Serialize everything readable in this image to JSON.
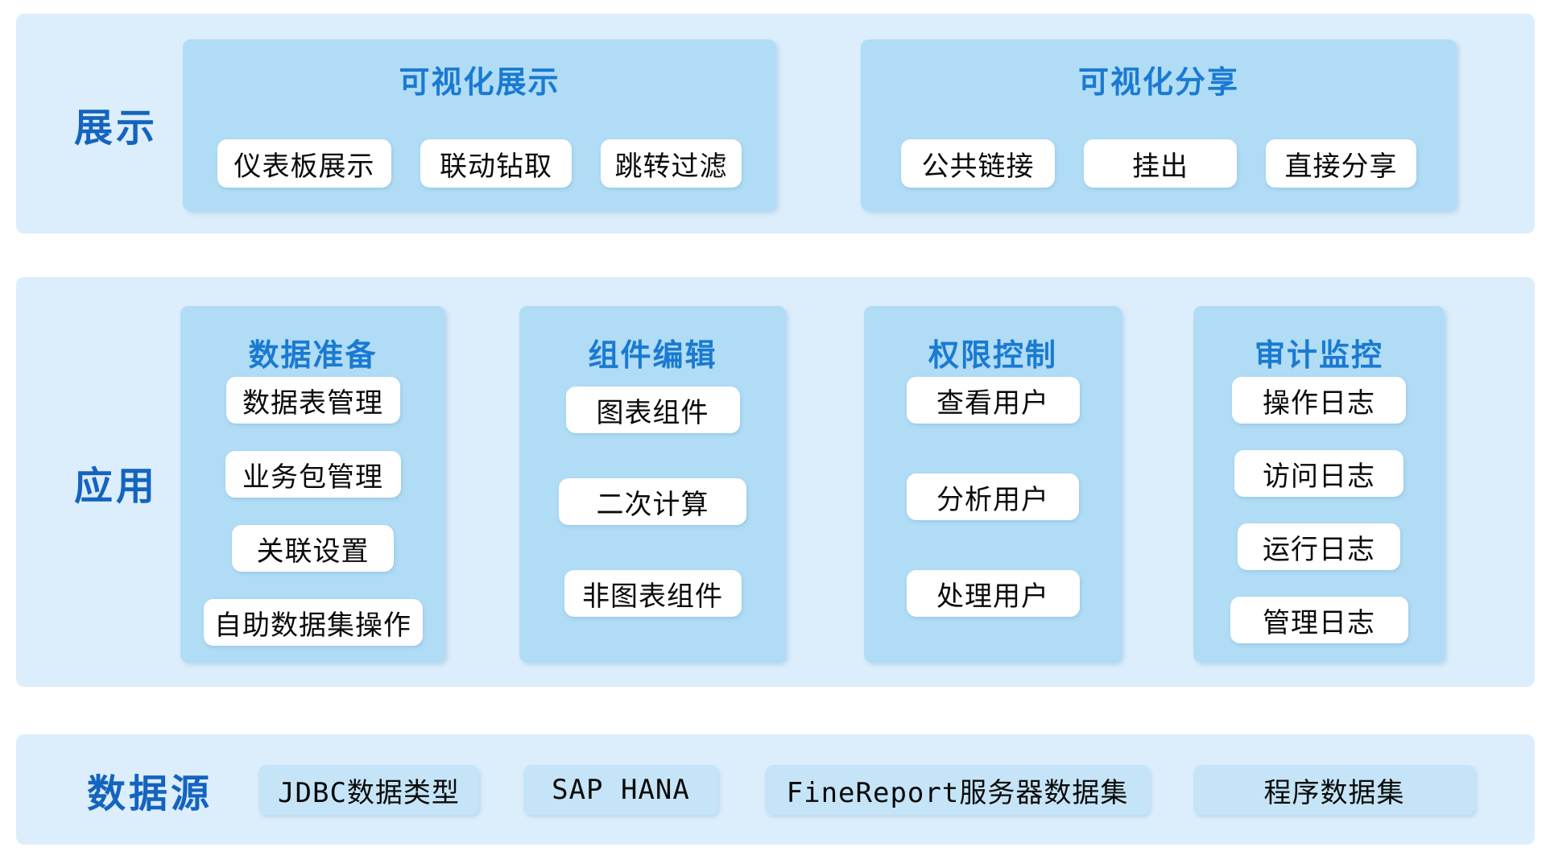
{
  "colors": {
    "page_bg": "#ffffff",
    "section_bg": "#dceefb",
    "panel_bg": "#b0dcf5",
    "tile_bg": "#c5e4f7",
    "layer_label_text": "#1464bf",
    "group_title_text": "#1a7ad2",
    "item_bg": "#ffffff",
    "item_text": "#0a0a0a"
  },
  "rows": [
    {
      "label": "展示",
      "groups": [
        {
          "title": "可视化展示",
          "items": [
            "仪表板展示",
            "联动钻取",
            "跳转过滤"
          ]
        },
        {
          "title": "可视化分享",
          "items": [
            "公共链接",
            "挂出",
            "直接分享"
          ]
        }
      ]
    },
    {
      "label": "应用",
      "groups": [
        {
          "title": "数据准备",
          "items": [
            "数据表管理",
            "业务包管理",
            "关联设置",
            "自助数据集操作"
          ]
        },
        {
          "title": "组件编辑",
          "items": [
            "图表组件",
            "二次计算",
            "非图表组件"
          ]
        },
        {
          "title": "权限控制",
          "items": [
            "查看用户",
            "分析用户",
            "处理用户"
          ]
        },
        {
          "title": "审计监控",
          "items": [
            "操作日志",
            "访问日志",
            "运行日志",
            "管理日志"
          ]
        }
      ]
    },
    {
      "label": "数据源",
      "items": [
        "JDBC数据类型",
        "SAP HANA",
        "FineReport服务器数据集",
        "程序数据集"
      ]
    }
  ]
}
